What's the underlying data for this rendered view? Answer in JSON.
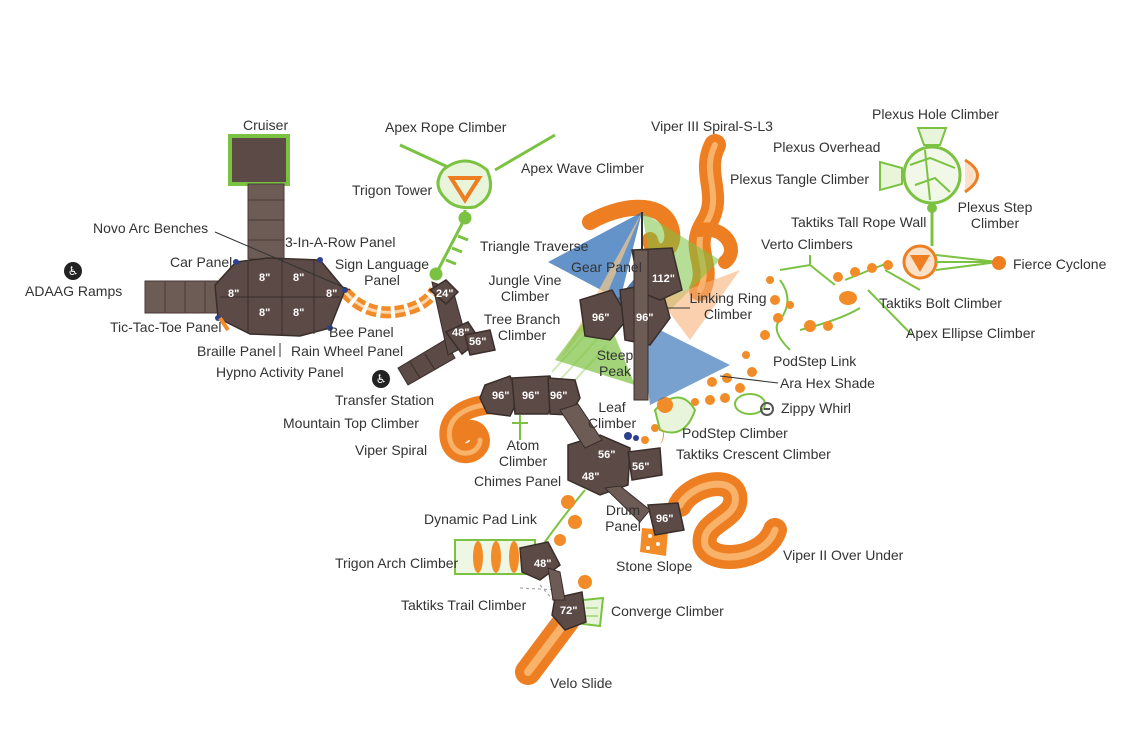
{
  "labels": {
    "cruiser": "Cruiser",
    "apex_rope_climber": "Apex Rope Climber",
    "apex_wave_climber": "Apex Wave Climber",
    "trigon_tower": "Trigon Tower",
    "viper_iii": "Viper III Spiral-S-L3",
    "plexus_hole_climber": "Plexus Hole Climber",
    "plexus_overhead": "Plexus Overhead",
    "plexus_tangle_climber": "Plexus Tangle Climber",
    "plexus_step_climber_1": "Plexus Step",
    "plexus_step_climber_2": "Climber",
    "taktiks_tall_rope_wall": "Taktiks Tall Rope Wall",
    "verto_climbers": "Verto Climbers",
    "fierce_cyclone": "Fierce Cyclone",
    "taktiks_bolt_climber": "Taktiks Bolt Climber",
    "apex_ellipse_climber": "Apex Ellipse Climber",
    "novo_arc_benches": "Novo Arc Benches",
    "three_in_a_row": "3-In-A-Row Panel",
    "triangle_traverse": "Triangle Traverse",
    "gear_panel": "Gear Panel",
    "car_panel": "Car Panel",
    "sign_language_1": "Sign Language",
    "sign_language_2": "Panel",
    "adaag_ramps": "ADAAG Ramps",
    "jungle_vine_1": "Jungle Vine",
    "jungle_vine_2": "Climber",
    "linking_ring_1": "Linking Ring",
    "linking_ring_2": "Climber",
    "tic_tac_toe": "Tic-Tac-Toe Panel",
    "tree_branch_1": "Tree Branch",
    "tree_branch_2": "Climber",
    "bee_panel": "Bee Panel",
    "braille_panel": "Braille Panel",
    "rain_wheel_panel": "Rain Wheel Panel",
    "steep_peak_1": "Steep",
    "steep_peak_2": "Peak",
    "podstep_link": "PodStep Link",
    "ara_hex_shade": "Ara Hex Shade",
    "hypno_activity_panel": "Hypno Activity Panel",
    "transfer_station": "Transfer Station",
    "zippy_whirl": "Zippy Whirl",
    "mountain_top_climber": "Mountain Top Climber",
    "leaf_climber_1": "Leaf",
    "leaf_climber_2": "Climber",
    "podstep_climber": "PodStep Climber",
    "taktiks_crescent_climber": "Taktiks Crescent Climber",
    "viper_spiral": "Viper Spiral",
    "atom_climber_1": "Atom",
    "atom_climber_2": "Climber",
    "chimes_panel": "Chimes Panel",
    "dynamic_pad_link": "Dynamic Pad Link",
    "drum_panel_1": "Drum",
    "drum_panel_2": "Panel",
    "trigon_arch_climber": "Trigon Arch Climber",
    "stone_slope": "Stone Slope",
    "viper_ii": "Viper II Over Under",
    "taktiks_trail_climber": "Taktiks Trail Climber",
    "converge_climber": "Converge Climber",
    "velo_slide": "Velo Slide"
  },
  "decks": {
    "d8a": "8\"",
    "d8b": "8\"",
    "d8c": "8\"",
    "d8d": "8\"",
    "d8e": "8\"",
    "d8f": "8\"",
    "d24": "24\"",
    "d48a": "48\"",
    "d56a": "56\"",
    "d96a": "96\"",
    "d96b": "96\"",
    "d96c": "96\"",
    "d96d": "96\"",
    "d96e": "96\"",
    "d112": "112\"",
    "d56b": "56\"",
    "d56c": "56\"",
    "d48b": "48\"",
    "d96f": "96\"",
    "d48c": "48\"",
    "d72": "72\""
  },
  "icons": {
    "wheelchair": "wheelchair-icon"
  },
  "colors": {
    "deck": "#5b4a45",
    "orange": "#f28c28",
    "green": "#7cc242",
    "blue": "#2f6fb5"
  }
}
